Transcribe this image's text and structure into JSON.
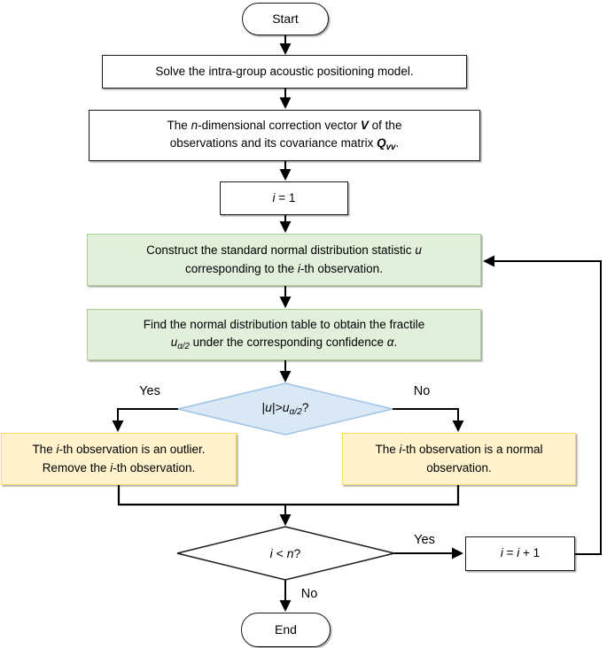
{
  "flowchart": {
    "colors": {
      "green_fill": "#e2efda",
      "green_border": "#a9d08e",
      "blue_fill": "#dae8f6",
      "blue_border": "#9dc3e6",
      "yellow_fill": "#fff2cc",
      "yellow_border": "#ffd966",
      "line": "#000000"
    },
    "nodes": {
      "start": {
        "text": "Start"
      },
      "solve": {
        "text": "Solve the intra-group acoustic positioning model."
      },
      "vector": {
        "rich": [
          {
            "t": "The "
          },
          {
            "t": "n",
            "s": "i"
          },
          {
            "t": "-dimensional correction vector "
          },
          {
            "t": "V",
            "s": "bi"
          },
          {
            "t": " of the"
          },
          {
            "br": true
          },
          {
            "t": "observations and its covariance matrix "
          },
          {
            "t": "Q",
            "s": "bi"
          },
          {
            "t": "vv",
            "s": "bisub"
          },
          {
            "t": "."
          }
        ]
      },
      "init": {
        "rich": [
          {
            "t": "i",
            "s": "i"
          },
          {
            "t": " = 1"
          }
        ]
      },
      "construct": {
        "rich": [
          {
            "t": "Construct the standard normal distribution statistic "
          },
          {
            "t": "u",
            "s": "i"
          },
          {
            "br": true
          },
          {
            "t": "corresponding to the "
          },
          {
            "t": "i",
            "s": "i"
          },
          {
            "t": "-th observation."
          }
        ]
      },
      "fractile": {
        "rich": [
          {
            "t": "Find the normal distribution table to obtain the fractile"
          },
          {
            "br": true
          },
          {
            "t": "u",
            "s": "i"
          },
          {
            "t": "α/2",
            "s": "isub"
          },
          {
            "t": " under the corresponding confidence "
          },
          {
            "t": "α",
            "s": "i"
          },
          {
            "t": "."
          }
        ]
      },
      "decision_outlier": {
        "rich": [
          {
            "t": "|"
          },
          {
            "t": "u",
            "s": "i"
          },
          {
            "t": "|>"
          },
          {
            "t": "u",
            "s": "i"
          },
          {
            "t": "α/2",
            "s": "isub"
          },
          {
            "t": "?"
          }
        ]
      },
      "outlier": {
        "rich": [
          {
            "t": "The "
          },
          {
            "t": "i",
            "s": "i"
          },
          {
            "t": "-th observation is an outlier."
          },
          {
            "br": true
          },
          {
            "t": "Remove the "
          },
          {
            "t": "i",
            "s": "i"
          },
          {
            "t": "-th observation."
          }
        ]
      },
      "normal": {
        "rich": [
          {
            "t": "The "
          },
          {
            "t": "i",
            "s": "i"
          },
          {
            "t": "-th observation is a normal"
          },
          {
            "br": true
          },
          {
            "t": "observation."
          }
        ]
      },
      "decision_loop": {
        "rich": [
          {
            "t": "i",
            "s": "i"
          },
          {
            "t": " < "
          },
          {
            "t": "n",
            "s": "i"
          },
          {
            "t": "?"
          }
        ]
      },
      "increment": {
        "rich": [
          {
            "t": "i",
            "s": "i"
          },
          {
            "t": " = "
          },
          {
            "t": "i",
            "s": "i"
          },
          {
            "t": " + 1"
          }
        ]
      },
      "end": {
        "text": "End"
      }
    },
    "edge_labels": {
      "outlier_yes": "Yes",
      "normal_no": "No",
      "loop_yes": "Yes",
      "end_no": "No"
    }
  }
}
